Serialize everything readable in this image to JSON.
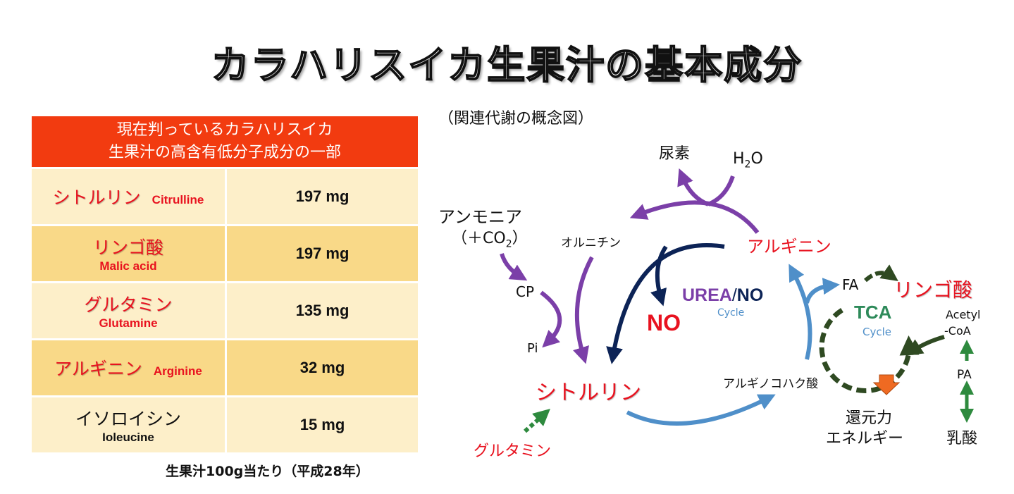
{
  "title": "カラハリスイカ生果汁の基本成分",
  "table": {
    "header_line1": "現在判っているカラハリスイカ",
    "header_line2": "生果汁の高含有低分子成分の一部",
    "rows": [
      {
        "ja": "シトルリン",
        "en": "Citrulline",
        "value": "197 mg"
      },
      {
        "ja": "リンゴ酸",
        "en": "Malic acid",
        "value": "197 mg"
      },
      {
        "ja": "グルタミン",
        "en": "Glutamine",
        "value": "135 mg"
      },
      {
        "ja": "アルギニン",
        "en": "Arginine",
        "value": "32 mg"
      },
      {
        "ja": "イソロイシン",
        "en": "Ioleucine",
        "value": "15 mg"
      }
    ],
    "footnote": "生果汁100g当たり（平成28年）"
  },
  "diagram": {
    "caption": "（関連代謝の概念図）",
    "urea": "尿素",
    "h2o_h": "H",
    "h2o_sub": "2",
    "h2o_o": "O",
    "ammonia": "アンモニア",
    "co2_open": "（＋CO",
    "co2_sub": "2",
    "co2_close": "）",
    "ornithine": "オルニチン",
    "arginine": "アルギニン",
    "cp": "CP",
    "pi": "Pi",
    "no_center": "NO",
    "urea_cycle_a": "UREA",
    "urea_cycle_slash": "/",
    "urea_cycle_b": "NO",
    "cycle_label": "Cycle",
    "citrulline": "シトルリン",
    "glutamine": "グルタミン",
    "argininosuccinate": "アルギノコハク酸",
    "fa": "FA",
    "malic": "リンゴ酸",
    "tca": "TCA",
    "tca_cycle": "Cycle",
    "acetyl_1": "Acetyl",
    "acetyl_2": "-CoA",
    "pa": "PA",
    "reducing_1": "還元力",
    "reducing_2": "エネルギー",
    "lactic": "乳酸"
  },
  "colors": {
    "header_bg": "#f23b10",
    "row_light": "#fdefc9",
    "row_dark": "#f9d988",
    "red_text": "#e8121f",
    "purple": "#7b3fa8",
    "navy": "#0c2356",
    "blue": "#4f8fc9",
    "dark_green": "#2f4a22",
    "green": "#2e8a3e",
    "orange": "#ef6a22"
  }
}
